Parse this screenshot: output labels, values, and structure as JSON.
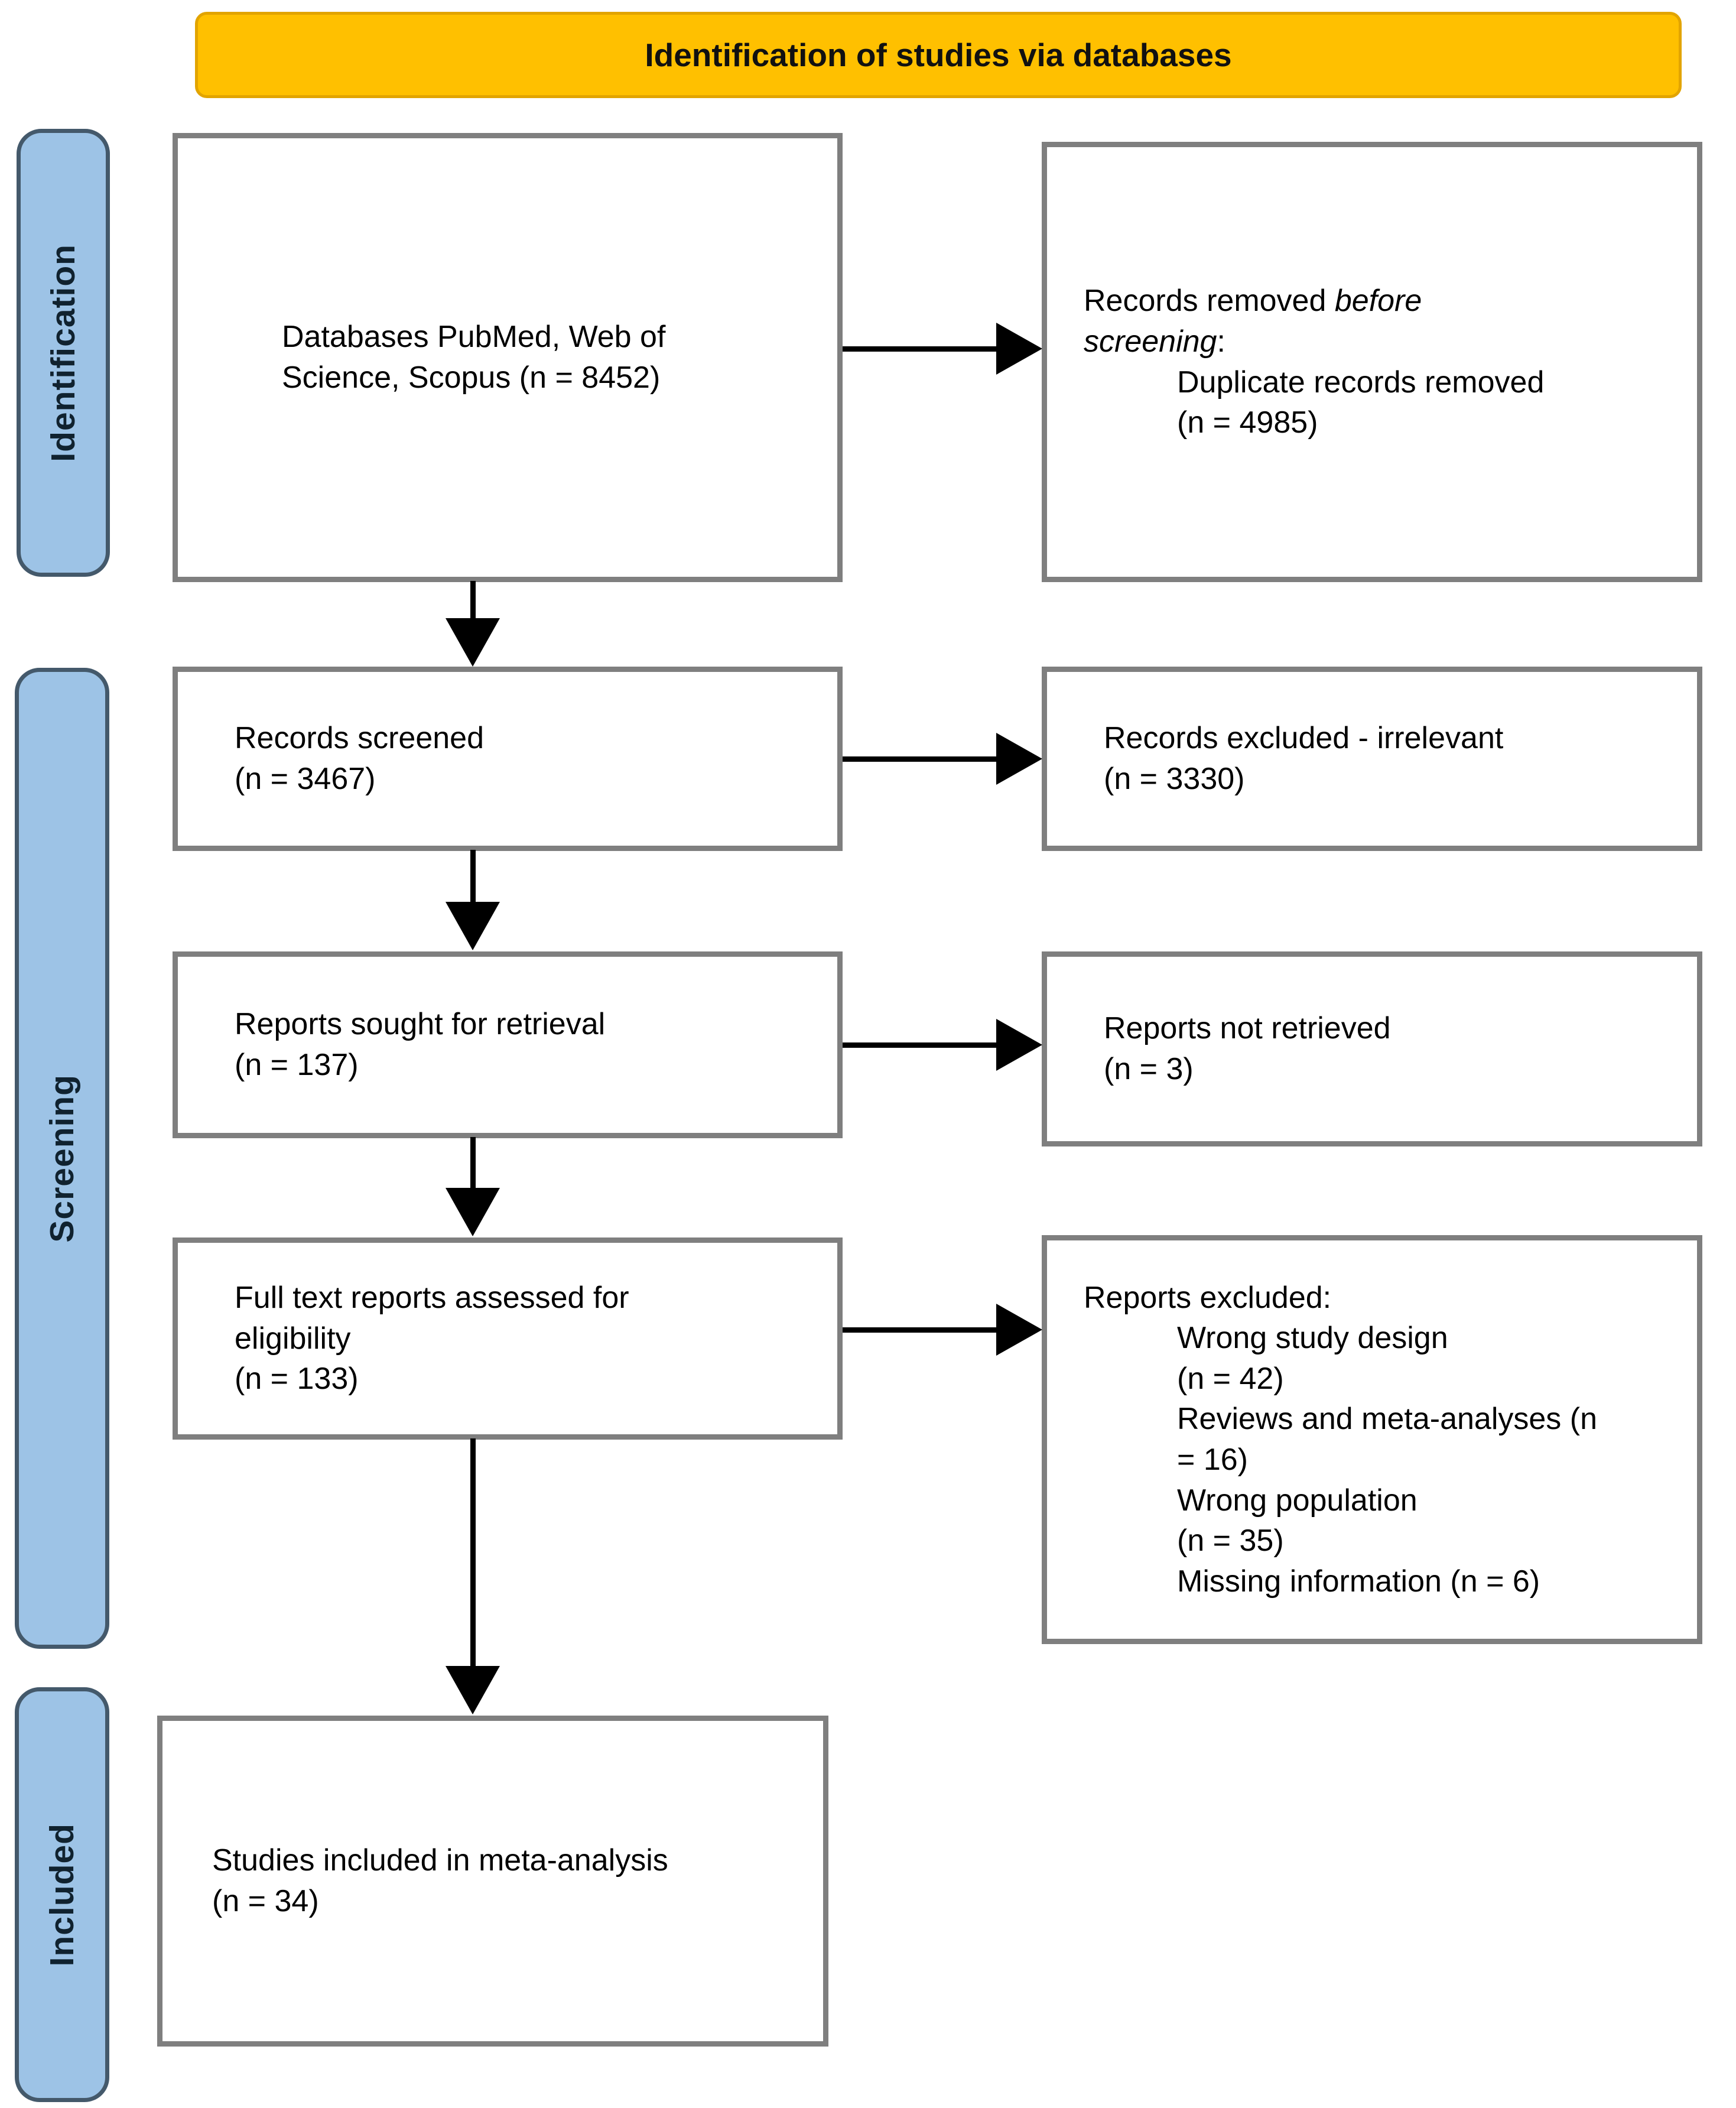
{
  "banner": {
    "title": "Identification of studies via databases"
  },
  "stages": [
    {
      "label": "Identification"
    },
    {
      "label": "Screening"
    },
    {
      "label": "Included"
    }
  ],
  "colors": {
    "banner_bg": "#FFC000",
    "stage_bg": "#9DC3E6",
    "stage_border": "#44596B",
    "box_border": "#7F7F7F",
    "arrow": "#000000"
  },
  "boxes": {
    "databases": {
      "lines": [
        "Databases PubMed, Web of",
        "Science, Scopus (n = 8452)"
      ]
    },
    "records_removed": {
      "line1_plain": "Records removed ",
      "line1_italic": "before",
      "line2_italic": "screening",
      "line2_suffix": ":",
      "items": [
        "Duplicate records removed",
        "(n = 4985)"
      ]
    },
    "records_screened": {
      "lines": [
        "Records screened",
        "(n = 3467)"
      ]
    },
    "records_excluded": {
      "lines": [
        "Records excluded - irrelevant",
        "(n = 3330)"
      ]
    },
    "reports_sought": {
      "lines": [
        "Reports sought for retrieval",
        "(n = 137)"
      ]
    },
    "reports_not_retrieved": {
      "lines": [
        "Reports not retrieved",
        "(n = 3)"
      ]
    },
    "fulltext_assessed": {
      "lines": [
        "Full text reports assessed for",
        "eligibility",
        "(n = 133)"
      ]
    },
    "reports_excluded": {
      "header": "Reports excluded:",
      "items": [
        "Wrong study design",
        "(n = 42)",
        "Reviews and meta-analyses (n",
        "= 16)",
        "Wrong population",
        "(n = 35)",
        "Missing information (n = 6)"
      ]
    },
    "studies_included": {
      "lines": [
        "Studies included in meta-analysis",
        "(n = 34)"
      ]
    }
  }
}
